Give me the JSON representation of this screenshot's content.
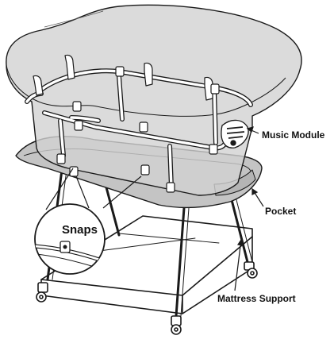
{
  "labels": {
    "snaps": "Snaps",
    "music_module": "Music Module",
    "pocket": "Pocket",
    "mattress_support": "Mattress Support"
  },
  "colors": {
    "line": "#1a1a1a",
    "canopy_fill": "#d2d2d2",
    "frame_tube": "#ffffff",
    "mattress_fill": "#c4c4c4",
    "background": "#ffffff"
  }
}
